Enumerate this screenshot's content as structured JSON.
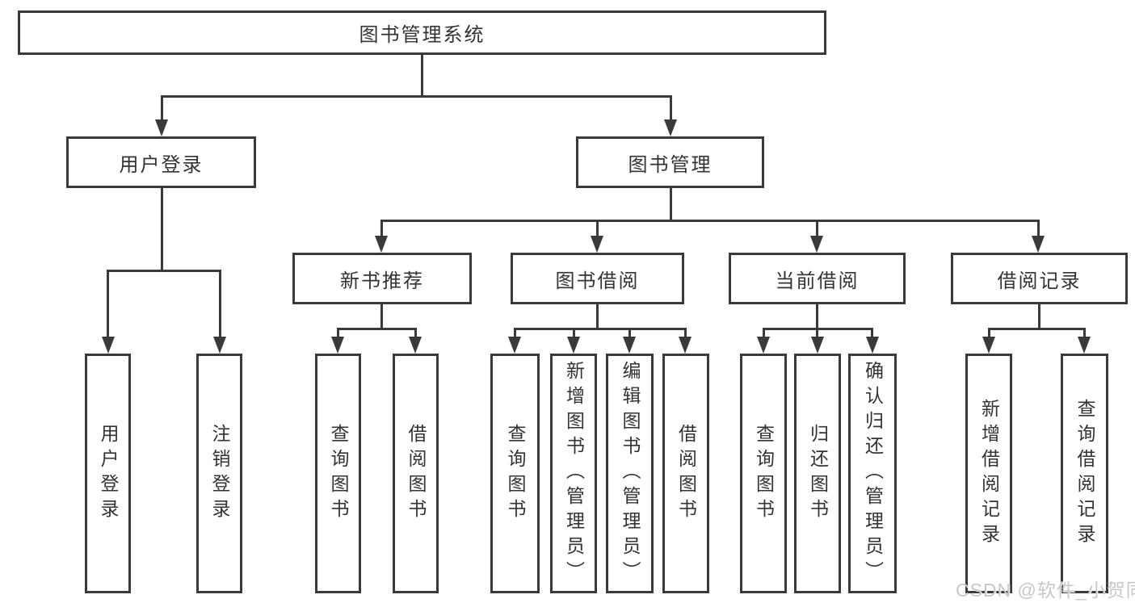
{
  "tree": {
    "label": "图书管理系统",
    "children": [
      {
        "label": "用户登录",
        "children": [
          {
            "label": "用户登录"
          },
          {
            "label": "注销登录"
          }
        ]
      },
      {
        "label": "图书管理",
        "children": [
          {
            "label": "新书推荐",
            "children": [
              {
                "label": "查询图书"
              },
              {
                "label": "借阅图书"
              }
            ]
          },
          {
            "label": "图书借阅",
            "children": [
              {
                "label": "查询图书"
              },
              {
                "label": "新增图书（管理员）"
              },
              {
                "label": "编辑图书（管理员）"
              },
              {
                "label": "借阅图书"
              }
            ]
          },
          {
            "label": "当前借阅",
            "children": [
              {
                "label": "查询图书"
              },
              {
                "label": "归还图书"
              },
              {
                "label": "确认归还（管理员）"
              }
            ]
          },
          {
            "label": "借阅记录",
            "children": [
              {
                "label": "新增借阅记录"
              },
              {
                "label": "查询借阅记录"
              }
            ]
          }
        ]
      }
    ]
  },
  "colors": {
    "line": "#3a3a3a",
    "text": "#333333",
    "background": "#ffffff",
    "watermark": "#c8c8c8"
  },
  "watermark": {
    "text": "CSDN @软件_小贺同学"
  }
}
